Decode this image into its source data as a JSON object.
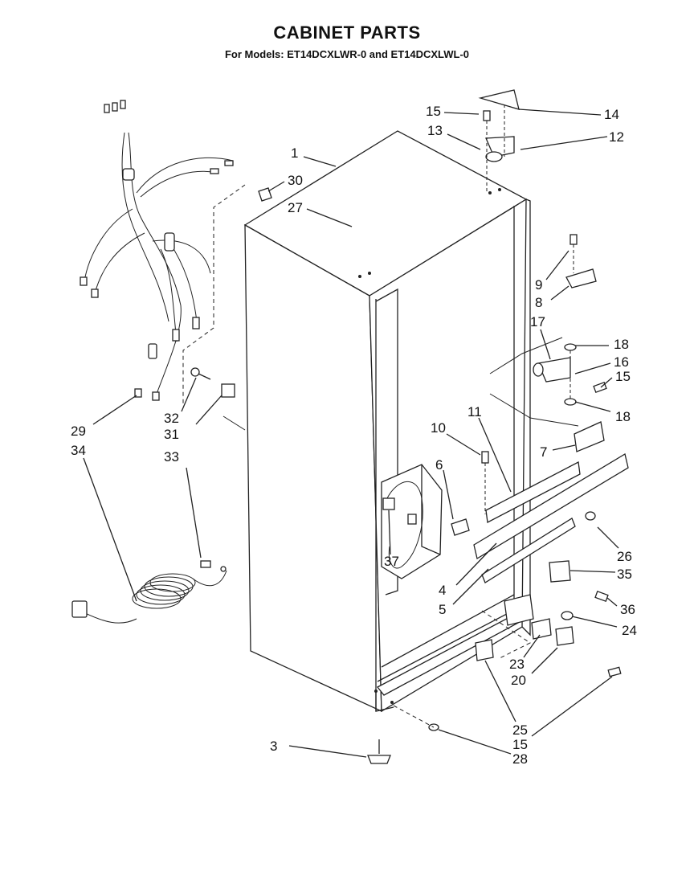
{
  "header": {
    "title": "CABINET PARTS",
    "subtitle": "For Models: ET14DCXLWR-0 and ET14DCXLWL-0"
  },
  "callouts": [
    {
      "id": "c1",
      "text": "1"
    },
    {
      "id": "c3",
      "text": "3"
    },
    {
      "id": "c4",
      "text": "4"
    },
    {
      "id": "c5",
      "text": "5"
    },
    {
      "id": "c6",
      "text": "6"
    },
    {
      "id": "c7",
      "text": "7"
    },
    {
      "id": "c8",
      "text": "8"
    },
    {
      "id": "c9",
      "text": "9"
    },
    {
      "id": "c10",
      "text": "10"
    },
    {
      "id": "c11",
      "text": "11"
    },
    {
      "id": "c12",
      "text": "12"
    },
    {
      "id": "c13",
      "text": "13"
    },
    {
      "id": "c14",
      "text": "14"
    },
    {
      "id": "c15a",
      "text": "15"
    },
    {
      "id": "c15b",
      "text": "15"
    },
    {
      "id": "c15c",
      "text": "15"
    },
    {
      "id": "c16",
      "text": "16"
    },
    {
      "id": "c17",
      "text": "17"
    },
    {
      "id": "c18a",
      "text": "18"
    },
    {
      "id": "c18b",
      "text": "18"
    },
    {
      "id": "c20",
      "text": "20"
    },
    {
      "id": "c23",
      "text": "23"
    },
    {
      "id": "c24",
      "text": "24"
    },
    {
      "id": "c25",
      "text": "25"
    },
    {
      "id": "c26",
      "text": "26"
    },
    {
      "id": "c27",
      "text": "27"
    },
    {
      "id": "c28",
      "text": "28"
    },
    {
      "id": "c29",
      "text": "29"
    },
    {
      "id": "c30",
      "text": "30"
    },
    {
      "id": "c31",
      "text": "31"
    },
    {
      "id": "c32",
      "text": "32"
    },
    {
      "id": "c33",
      "text": "33"
    },
    {
      "id": "c34",
      "text": "34"
    },
    {
      "id": "c35",
      "text": "35"
    },
    {
      "id": "c36",
      "text": "36"
    },
    {
      "id": "c37",
      "text": "37"
    }
  ]
}
